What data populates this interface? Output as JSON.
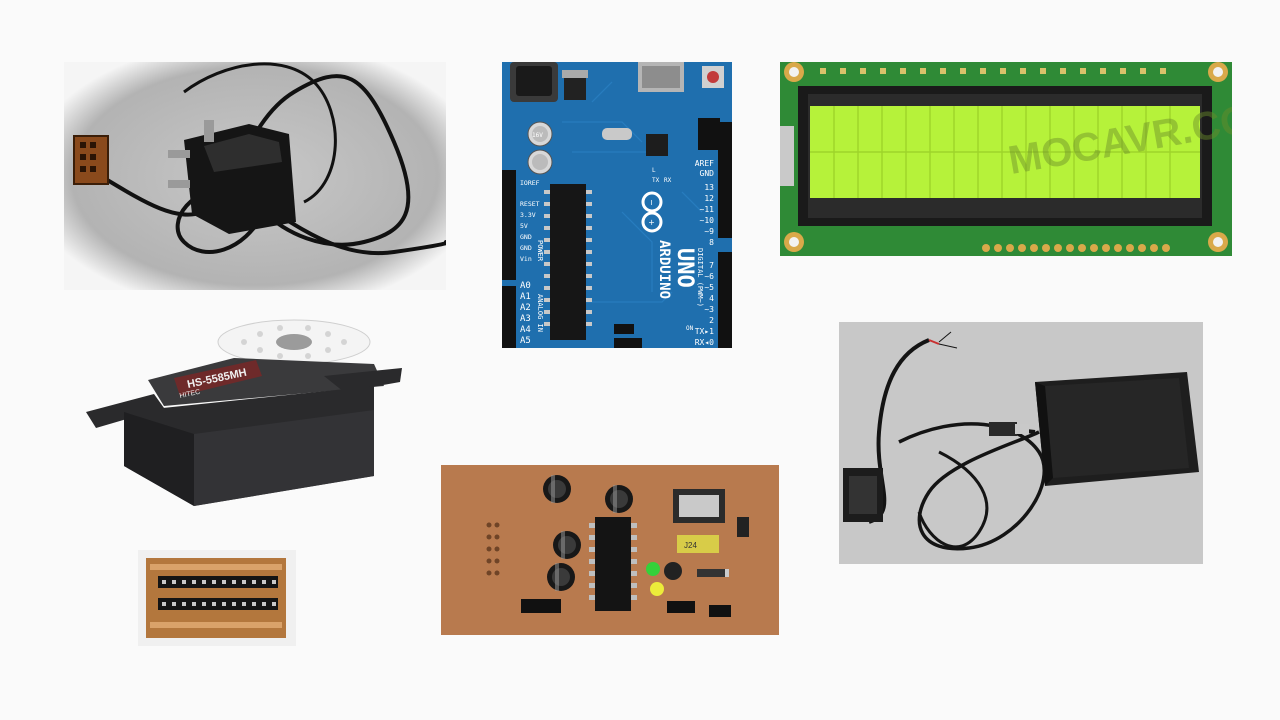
{
  "arduino": {
    "brand": "ARDUINO",
    "model": "UNO",
    "power_header": "POWER",
    "analog_header": "ANALOG IN",
    "digital_header": "DIGITAL (PWM~)",
    "cap_value": "16V",
    "power_pins": [
      "IOREF",
      "RESET",
      "3.3V",
      "5V",
      "GND",
      "GND",
      "Vin"
    ],
    "analog_pins": [
      "A0",
      "A1",
      "A2",
      "A3",
      "A4",
      "A5"
    ],
    "top_pins": [
      "AREF",
      "GND"
    ],
    "digital_pins": [
      "13",
      "12",
      "~11",
      "~10",
      "~9",
      "8",
      "7",
      "~6",
      "~5",
      "4",
      "~3",
      "2",
      "TX▸1",
      "RX◂0"
    ],
    "leds": [
      "L",
      "TX",
      "RX",
      "ON"
    ]
  },
  "lcd": {
    "watermark": "MOCAVR.COM"
  },
  "servo": {
    "label": "HS-5585MH",
    "brand": "HITEC"
  },
  "pcb": {
    "cap_label": "J24"
  },
  "colors": {
    "arduino_blue": "#1f6fae",
    "lcd_green": "#b6f23a",
    "pcb_brown": "#b87a4e",
    "servo_black": "#2a2a2c",
    "rfid_black": "#1e1e1e"
  }
}
